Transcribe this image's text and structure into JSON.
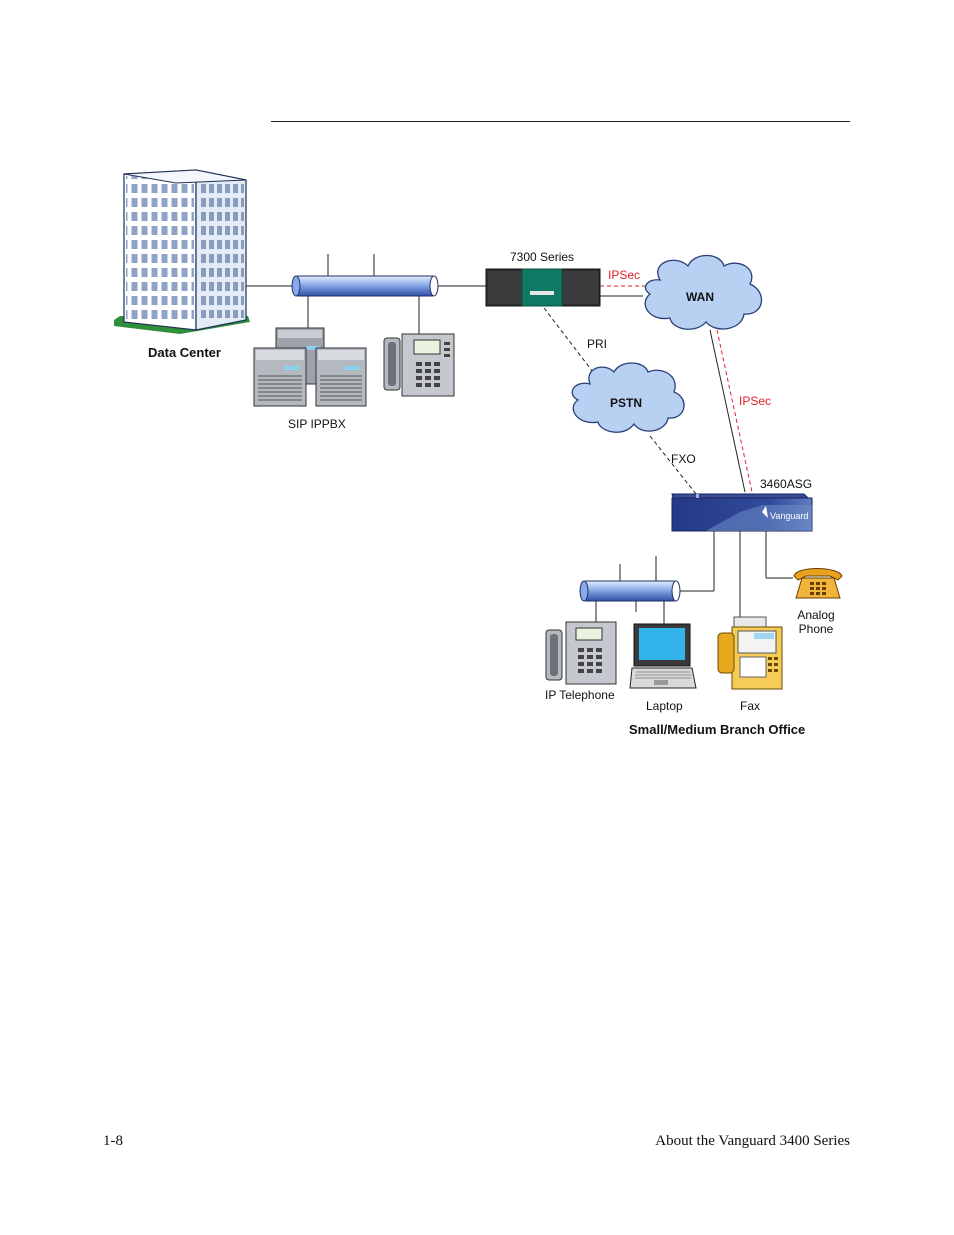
{
  "diagram": {
    "labels": {
      "data_center": "Data Center",
      "sip_ippbx": "SIP IPPBX",
      "series_7300": "7300 Series",
      "ipsec_top": "IPSec",
      "wan": "WAN",
      "pri": "PRI",
      "pstn": "PSTN",
      "ipsec_right": "IPSec",
      "fxo": "FXO",
      "asg": "3460ASG",
      "vanguard_logo": "Vanguard",
      "analog_line1": "Analog",
      "analog_line2": "Phone",
      "ip_telephone": "IP Telephone",
      "laptop": "Laptop",
      "fax": "Fax",
      "branch_office": "Small/Medium Branch Office"
    },
    "colors": {
      "ipsec": "#e0202a",
      "cloud": "#b8d0f2",
      "cloud_stroke": "#2a3f7a",
      "router_7300": "#2a2a2a",
      "router_7300_face": "#0e7a64",
      "asg": "#2a3a85",
      "building": "#e8eef8",
      "lawn": "#2f8f3a"
    }
  },
  "footer": {
    "page_number": "1-8",
    "title": "About the Vanguard 3400 Series"
  }
}
